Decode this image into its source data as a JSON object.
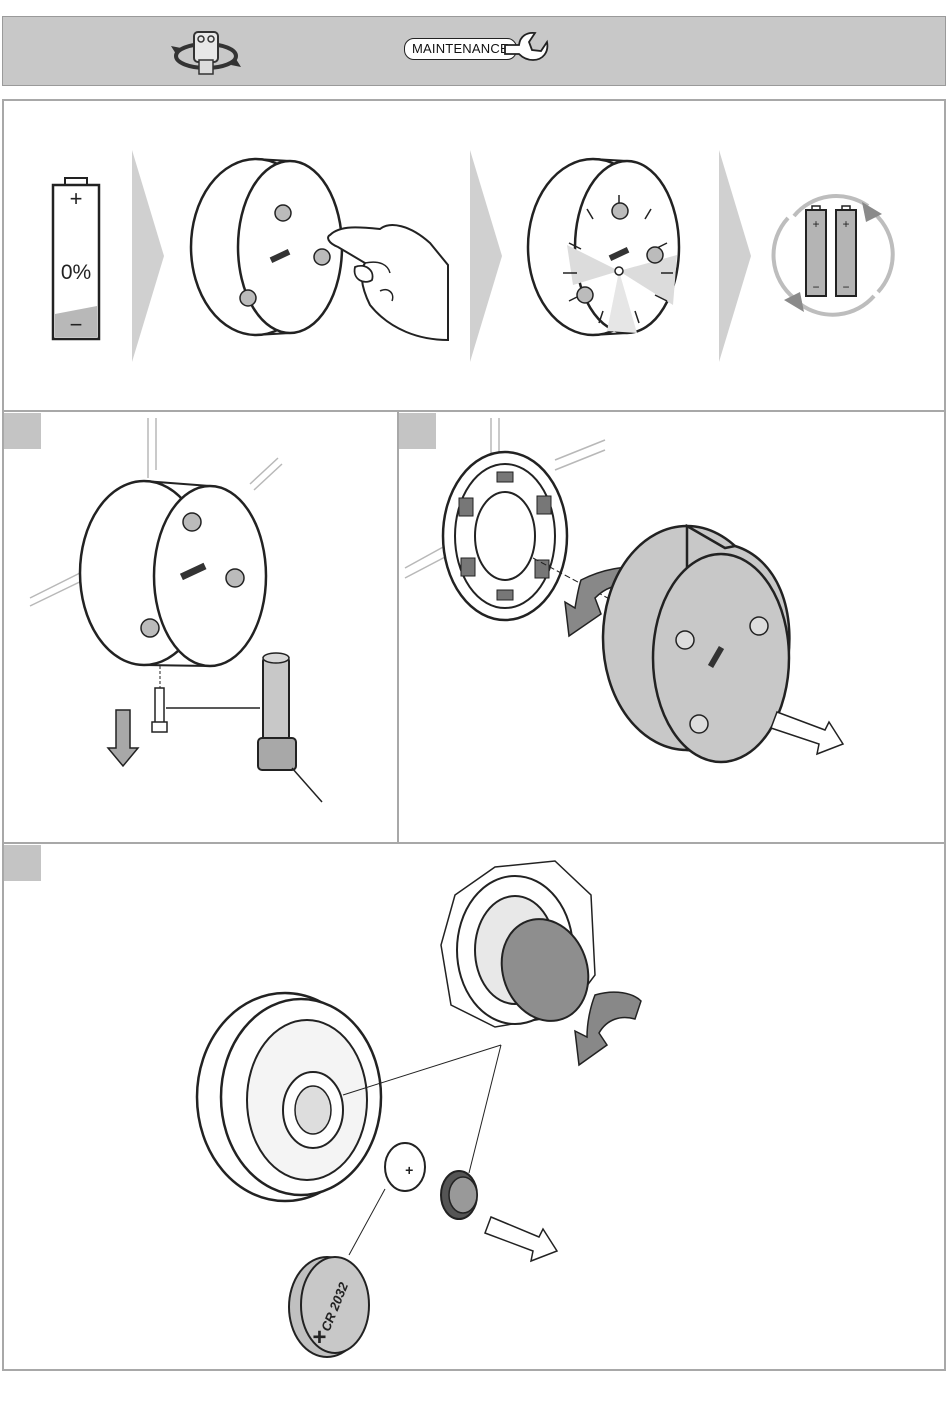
{
  "header": {
    "maintenance_label": "MAINTENANCE"
  },
  "battery_status": {
    "level_text": "0%",
    "plus_sign": "+",
    "minus_sign": "−"
  },
  "replacement_batteries": {
    "plus_sign": "+",
    "minus_sign": "−"
  },
  "steps": [
    {
      "number": ""
    },
    {
      "number": ""
    },
    {
      "number": ""
    }
  ],
  "coin_cell": {
    "model_text": "CR 2032",
    "plus_sign": "+"
  },
  "colors": {
    "header_bg": "#c8c8c8",
    "frame_line": "#a8a8a8",
    "step_badge": "#c4c4c4",
    "device_grey": "#c8c8c8",
    "battery_grey": "#b4b4b4"
  }
}
